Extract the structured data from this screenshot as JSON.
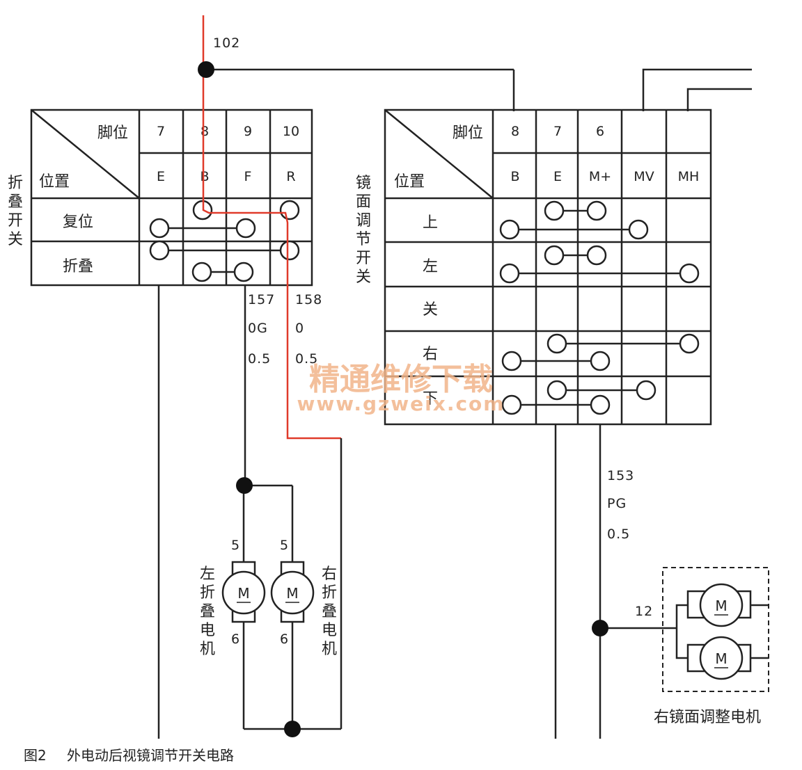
{
  "figure": {
    "caption_label": "图2",
    "caption_title": "外电动后视镜调节开关电路"
  },
  "fold_switch": {
    "side_label": [
      "折",
      "叠",
      "开",
      "关"
    ],
    "corner_top": "脚位",
    "corner_bottom": "位置",
    "pins": [
      "7",
      "8",
      "9",
      "10"
    ],
    "terminals": [
      "E",
      "B",
      "F",
      "R"
    ],
    "positions": [
      "复位",
      "折叠"
    ]
  },
  "mirror_switch": {
    "side_label": [
      "镜",
      "面",
      "调",
      "节",
      "开",
      "关"
    ],
    "corner_top": "脚位",
    "corner_bottom": "位置",
    "pins": [
      "8",
      "7",
      "6",
      "",
      ""
    ],
    "terminals": [
      "B",
      "E",
      "M+",
      "MV",
      "MH"
    ],
    "positions": [
      "上",
      "左",
      "关",
      "右",
      "下"
    ]
  },
  "wires": {
    "top_wire": "102",
    "w157": [
      "157",
      "0G",
      "0.5"
    ],
    "w158": [
      "158",
      "0",
      "0.5"
    ],
    "w153": [
      "153",
      "PG",
      "0.5"
    ],
    "w12": "12"
  },
  "motors": {
    "left_label": [
      "左",
      "折",
      "叠",
      "电",
      "机"
    ],
    "right_label": [
      "右",
      "折",
      "叠",
      "电",
      "机"
    ],
    "left_pin_top": "5",
    "left_pin_bottom": "6",
    "right_pin_top": "5",
    "right_pin_bottom": "6",
    "symbol": "M",
    "right_mirror_motor_label": "右镜面调整电机"
  },
  "watermark": {
    "line1": "精通维修下载",
    "line2": "www.gzweix.com"
  },
  "colors": {
    "line": "#222222",
    "highlight": "#e03a2a",
    "watermark": "#f2b58a"
  }
}
